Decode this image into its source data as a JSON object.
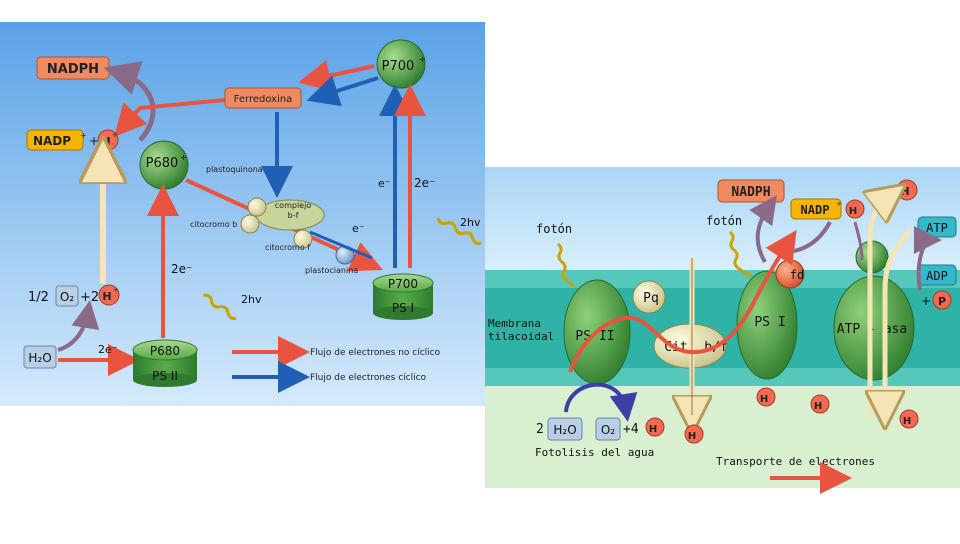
{
  "left_panel": {
    "nadph": "NADPH",
    "p700_top": "P700",
    "ferredoxina": "Ferredoxina",
    "nadp": "NADP",
    "plus": "+",
    "h": "H",
    "p680_mid": "P680",
    "plastoquinona": "plastoquinona",
    "complejo": "complejo",
    "bf": "b-f",
    "citocromo_b": "citocromo b",
    "citocromo_f": "citocromo f",
    "plastocianina": "plastocianina",
    "e_minus_1": "e⁻",
    "e_minus_2": "e⁻",
    "two_e_right": "2e⁻",
    "two_e_left": "2e⁻",
    "two_e_bottom": "2e⁻",
    "two_hv_right": "2hv",
    "two_hv_left": "2hv",
    "half_o2_prefix": "1/2",
    "o2": "O₂",
    "plus2": "+2",
    "h2o": "H₂O",
    "p700_bottom": "P700",
    "ps1": "PS I",
    "p680_bottom": "P680",
    "ps2": "PS II",
    "legend_noncyclic": "Flujo de electrones no cíclico",
    "legend_cyclic": "Flujo de electrones cíclico"
  },
  "right_panel": {
    "nadph": "NADPH",
    "nadp": "NADP",
    "h": "H",
    "foton_left": "fotón",
    "foton_right": "fotón",
    "atp": "ATP",
    "adp": "ADP",
    "plus_p_plus": "+",
    "p": "P",
    "fd": "fd",
    "pq": "Pq",
    "membrana_line1": "Membrana",
    "membrana_line2": "tilacoidal",
    "ps2": "PS II",
    "ps1": "PS I",
    "cit": "Cit",
    "bf": "b/f",
    "atp_asa": "ATP - asa",
    "water_coef": "2",
    "h2o": "H₂O",
    "o2": "O₂",
    "plus4": "+4",
    "fotolisis": "Fotolisis del agua",
    "transporte": "Transporte de electrones"
  },
  "colors": {
    "sky_top": "#5aa2e6",
    "sky_bottom": "#cfe6fb",
    "red_arrow": "#e8543f",
    "blue_arrow": "#1f5fb5",
    "green": "#3a8f3a",
    "membrane": "#2fb3a6",
    "h_badge": "#f26a4f",
    "nadph_box": "#f08a60"
  }
}
